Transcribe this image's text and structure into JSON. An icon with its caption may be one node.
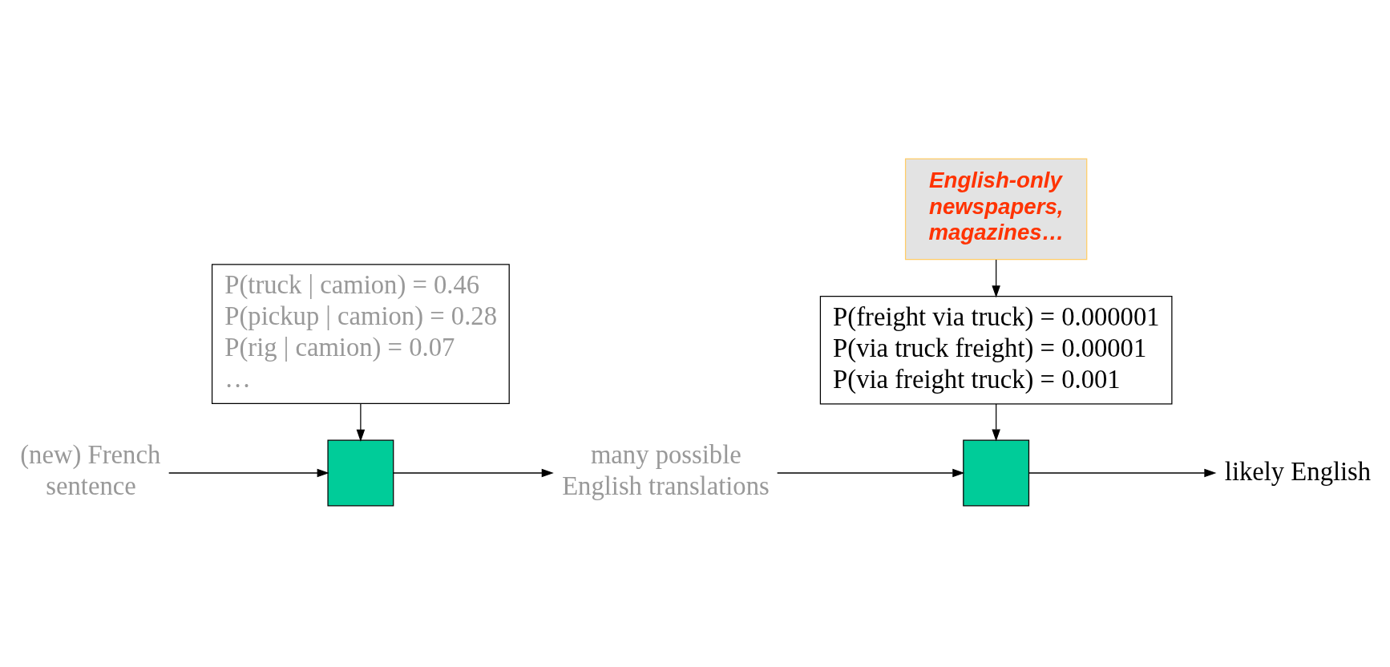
{
  "diagram": {
    "nodes": [
      {
        "text": [
          "P(truck | camion) = 0.46",
          "P(pickup | camion) = 0.28",
          "P(rig | camion) = 0.07",
          "…"
        ]
      },
      {
        "text": [
          "(new) French sentence"
        ]
      },
      {
        "text": [],
        "shape": "box"
      },
      {
        "text": [
          "many possible English translations"
        ]
      },
      {
        "text": [
          "English-only newspapers, magazines…"
        ]
      },
      {
        "text": [
          "P(freight via truck) = 0.000001",
          "P(via truck freight) = 0.00001",
          "P(via freight truck) = 0.001"
        ]
      },
      {
        "text": [],
        "shape": "box"
      },
      {
        "text": [
          "likely English"
        ]
      }
    ],
    "edges": [
      {
        "from": 0,
        "to": 2,
        "arrow": "to"
      },
      {
        "from": 1,
        "to": 2,
        "arrow": "to"
      },
      {
        "from": 2,
        "to": 3,
        "arrow": "to"
      },
      {
        "from": 4,
        "to": 5,
        "arrow": "to"
      },
      {
        "from": 5,
        "to": 6,
        "arrow": "to"
      },
      {
        "from": 3,
        "to": 6,
        "arrow": "to"
      },
      {
        "from": 6,
        "to": 7,
        "arrow": "to"
      }
    ]
  }
}
